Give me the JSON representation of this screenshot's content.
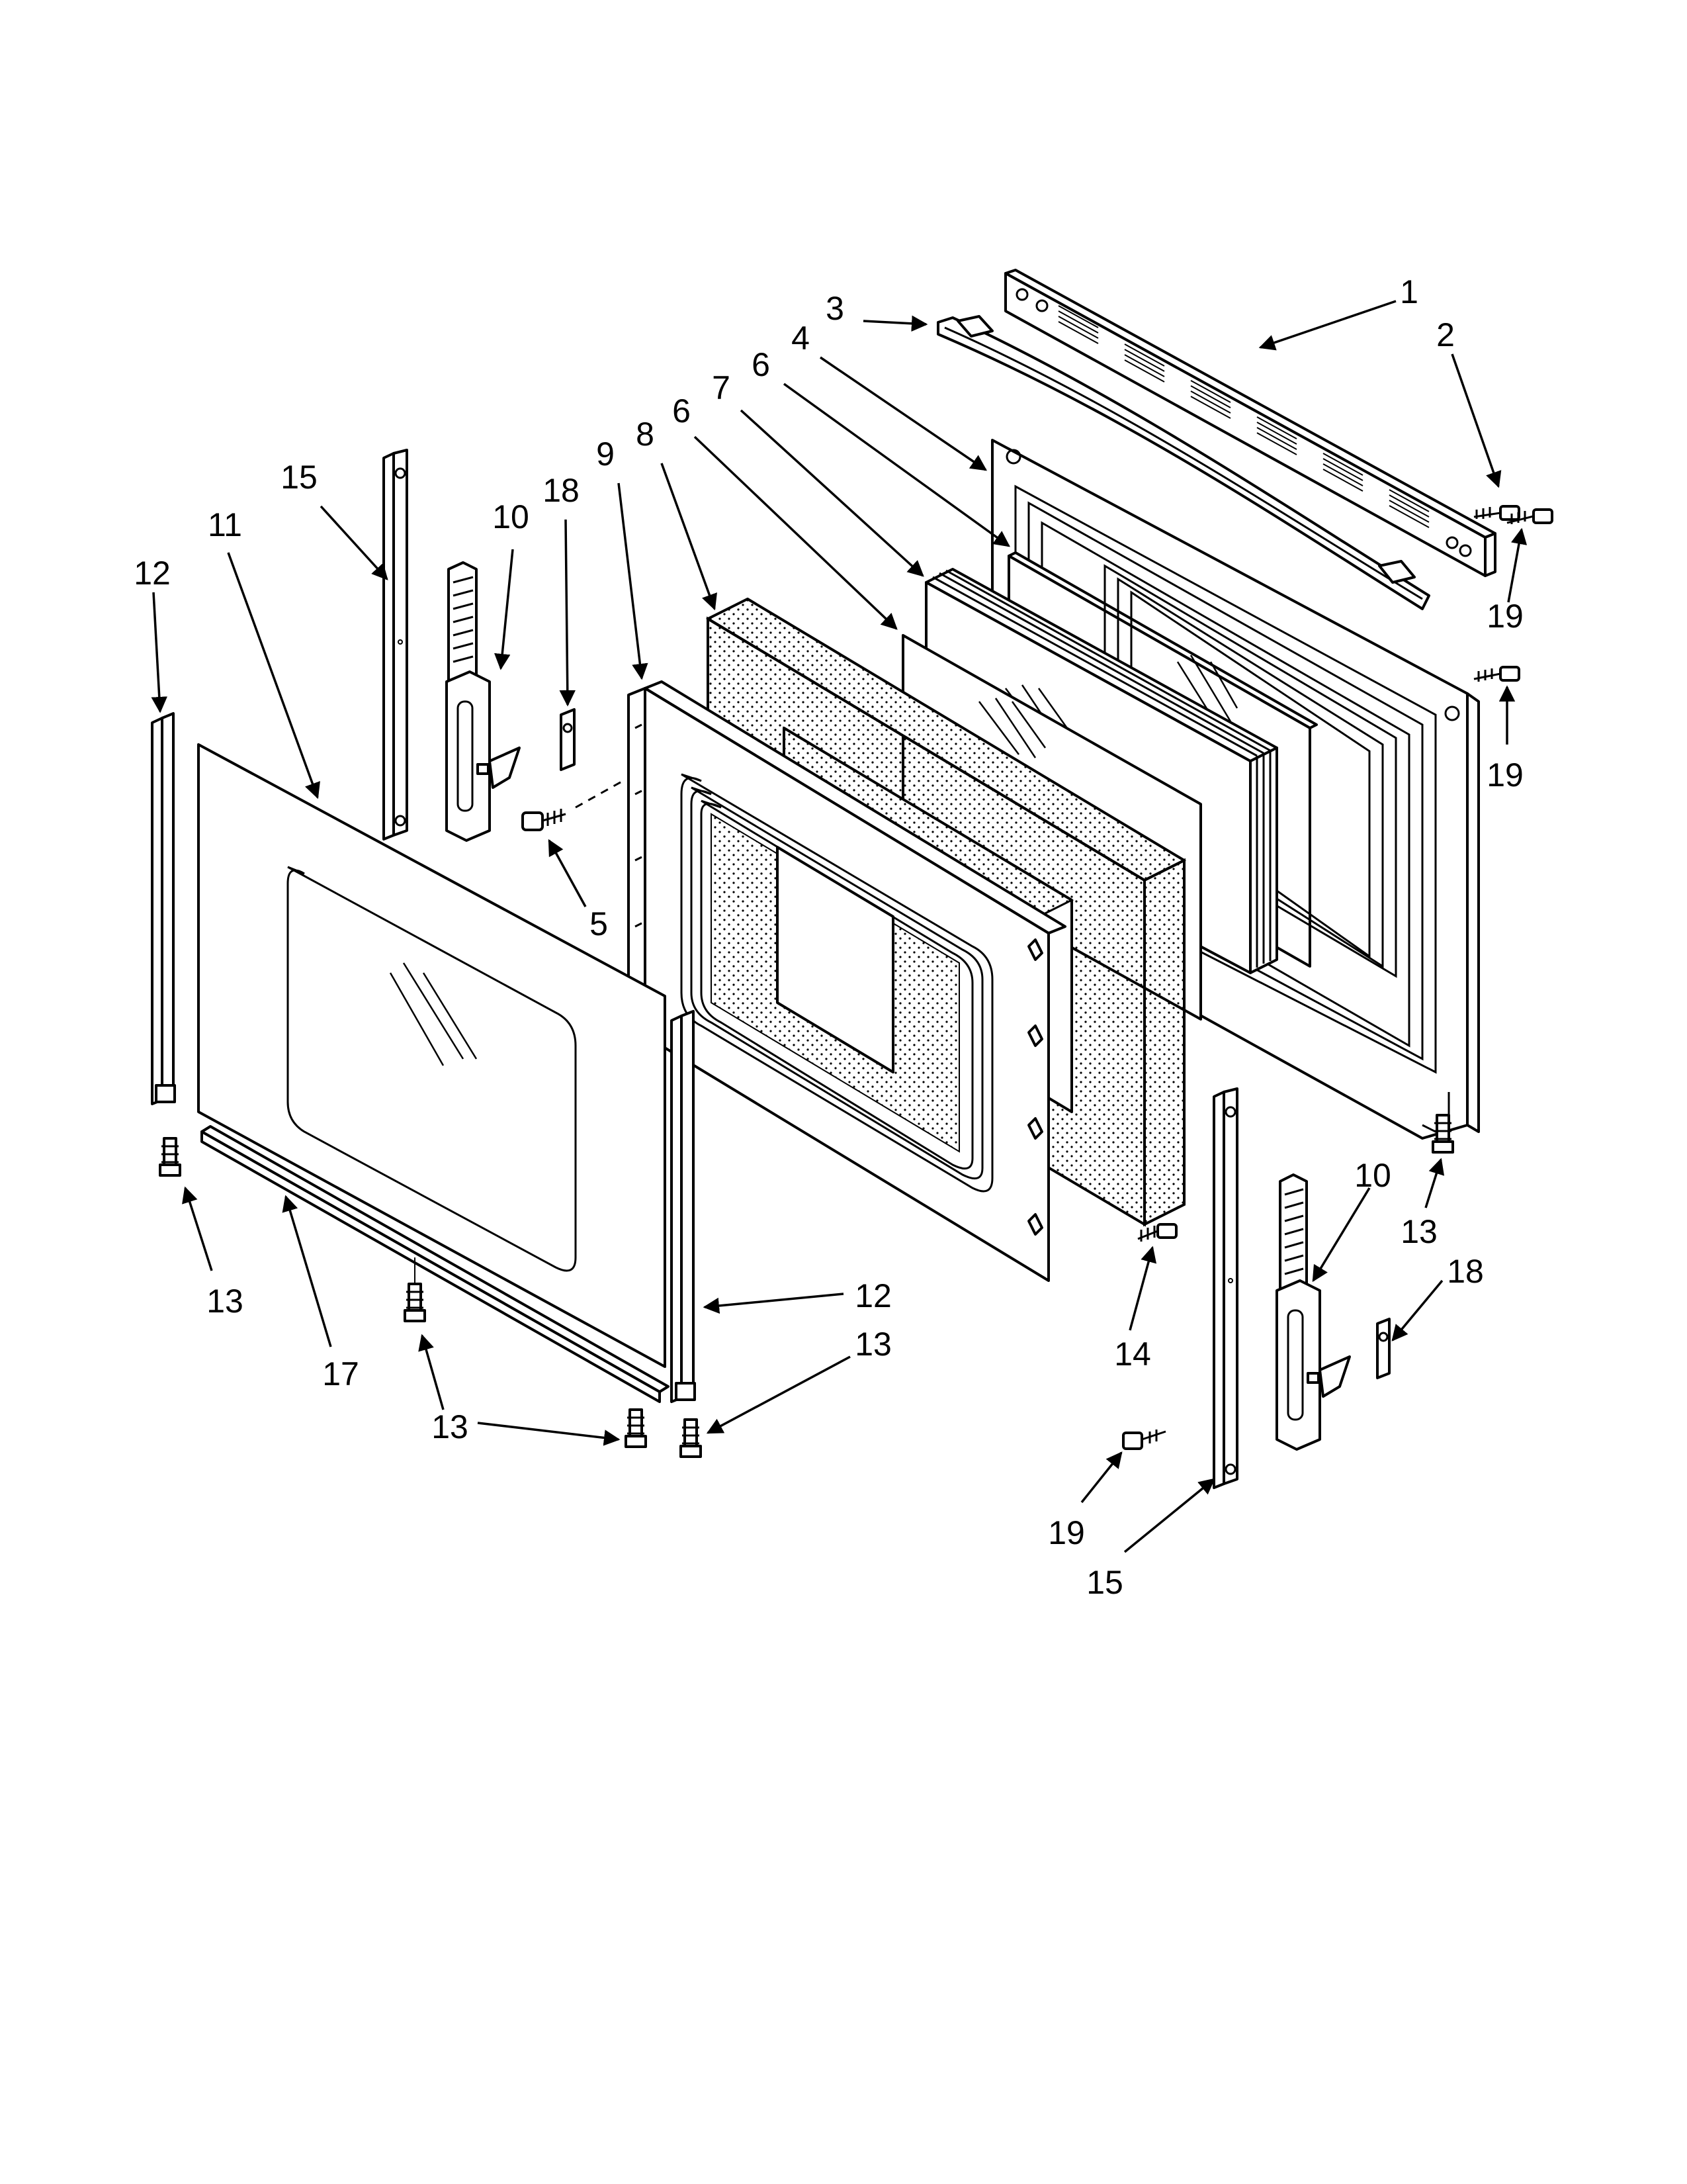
{
  "diagram": {
    "callouts": [
      {
        "id": "c1",
        "text": "1"
      },
      {
        "id": "c2",
        "text": "2"
      },
      {
        "id": "c3",
        "text": "3"
      },
      {
        "id": "c4",
        "text": "4"
      },
      {
        "id": "c6a",
        "text": "6"
      },
      {
        "id": "c7",
        "text": "7"
      },
      {
        "id": "c6b",
        "text": "6"
      },
      {
        "id": "c8",
        "text": "8"
      },
      {
        "id": "c9",
        "text": "9"
      },
      {
        "id": "c18a",
        "text": "18"
      },
      {
        "id": "c10a",
        "text": "10"
      },
      {
        "id": "c15a",
        "text": "15"
      },
      {
        "id": "c11",
        "text": "11"
      },
      {
        "id": "c12a",
        "text": "12"
      },
      {
        "id": "c19a",
        "text": "19"
      },
      {
        "id": "c19b",
        "text": "19"
      },
      {
        "id": "c5",
        "text": "5"
      },
      {
        "id": "c13a",
        "text": "13"
      },
      {
        "id": "c17",
        "text": "17"
      },
      {
        "id": "c12b",
        "text": "12"
      },
      {
        "id": "c13b",
        "text": "13"
      },
      {
        "id": "c13c",
        "text": "13"
      },
      {
        "id": "c10b",
        "text": "10"
      },
      {
        "id": "c13d",
        "text": "13"
      },
      {
        "id": "c18b",
        "text": "18"
      },
      {
        "id": "c14",
        "text": "14"
      },
      {
        "id": "c19c",
        "text": "19"
      },
      {
        "id": "c15b",
        "text": "15"
      }
    ]
  }
}
